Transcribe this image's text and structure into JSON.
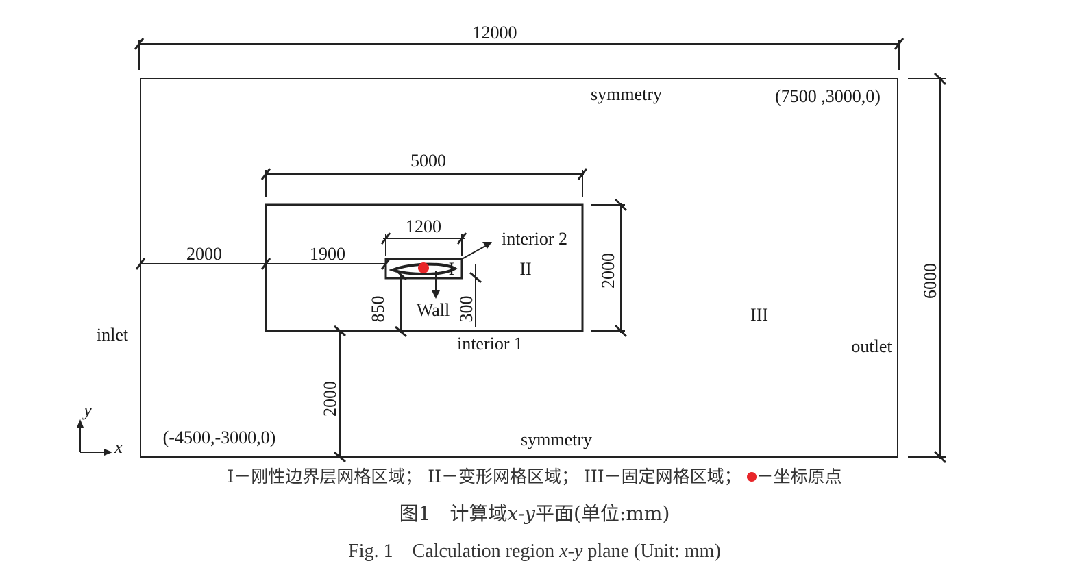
{
  "colors": {
    "line": "#222222",
    "origin_marker": "#e8262a",
    "caption_text": "#333333"
  },
  "dimensions": {
    "total_width": "12000",
    "total_height": "6000",
    "deform_width": "5000",
    "deform_height": "2000",
    "rigid_width": "1200",
    "inlet_to_deform": "2000",
    "deform_to_rigid": "1900",
    "rigid_to_deform_bottom": "850",
    "rigid_to_deform_bottom_right": "300",
    "deform_bottom_to_domain_bottom": "2000"
  },
  "boundaries": {
    "top": "symmetry",
    "bottom": "symmetry",
    "inlet": "inlet",
    "outlet": "outlet",
    "interior_1": "interior 1",
    "interior_2": "interior 2",
    "wall": "Wall"
  },
  "coordinates": {
    "top_right": "(7500 ,3000,0)",
    "bottom_left": "(-4500,-3000,0)"
  },
  "regions": {
    "region_1": "I",
    "region_2": "II",
    "region_3": "III"
  },
  "axes": {
    "x": "x",
    "y": "y"
  },
  "legend": {
    "item_1": "I－刚性边界层网格区域；",
    "item_2": "II－变形网格区域；",
    "item_3": "III－固定网格区域；",
    "item_4": "－坐标原点"
  },
  "caption": {
    "cn_prefix": "图1　计算域",
    "cn_var": "x-y",
    "cn_suffix": "平面(单位:mm)",
    "en_prefix": "Fig. 1　Calculation region ",
    "en_var": "x-y",
    "en_suffix": " plane (Unit: mm)"
  }
}
